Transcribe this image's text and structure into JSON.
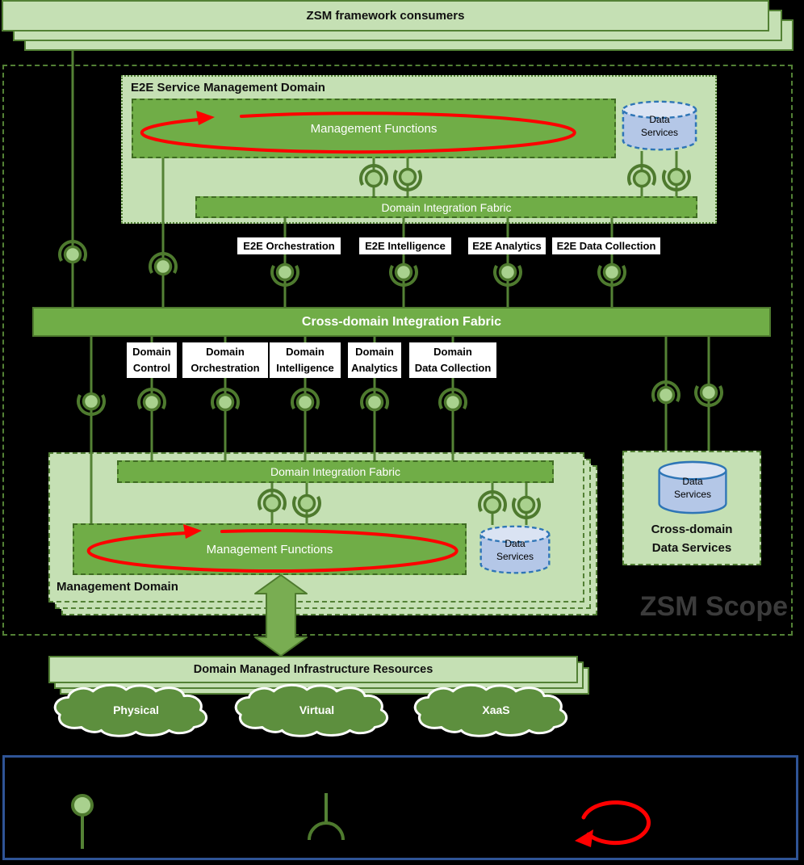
{
  "consumers": {
    "title": "ZSM framework consumers"
  },
  "zsm_scope": {
    "label": "ZSM Scope"
  },
  "e2e_domain": {
    "title": "E2E Service Management Domain",
    "management_functions_label": "Management Functions",
    "fabric_label": "Domain Integration Fabric",
    "data_services_line1": "Data",
    "data_services_line2": "Services"
  },
  "e2e_service_labels": [
    "E2E Orchestration",
    "E2E Intelligence",
    "E2E Analytics",
    "E2E Data Collection"
  ],
  "cross_domain_fabric": {
    "label": "Cross-domain Integration Fabric"
  },
  "domain_service_labels": [
    {
      "l1": "Domain",
      "l2": "Control"
    },
    {
      "l1": "Domain",
      "l2": "Orchestration"
    },
    {
      "l1": "Domain",
      "l2": "Intelligence"
    },
    {
      "l1": "Domain",
      "l2": "Analytics"
    },
    {
      "l1": "Domain",
      "l2": "Data Collection"
    }
  ],
  "management_domain": {
    "title": "Management Domain",
    "fabric_label": "Domain Integration Fabric",
    "management_functions_label": "Management Functions",
    "data_services_line1": "Data",
    "data_services_line2": "Services"
  },
  "cross_domain_data_services": {
    "data_services_line1": "Data",
    "data_services_line2": "Services",
    "label_line1": "Cross-domain",
    "label_line2": "Data Services"
  },
  "infrastructure": {
    "title": "Domain Managed Infrastructure Resources",
    "clouds": [
      "Physical",
      "Virtual",
      "XaaS"
    ]
  },
  "legend": {
    "icons": [
      "service-endpoint-icon",
      "service-consumption-icon",
      "closed-loop-icon"
    ]
  },
  "colors": {
    "light_green": "#c5e0b4",
    "medium_green": "#70ad47",
    "border_green": "#538135",
    "line_green": "#548235",
    "cylinder_blue_fill": "#b4c7e7",
    "cylinder_blue_top": "#dae3f3",
    "cylinder_blue_stroke": "#2e75b6",
    "loop_red": "#ff0000",
    "legend_border_blue": "#2f5496",
    "scope_text": "#3b3b3b"
  }
}
